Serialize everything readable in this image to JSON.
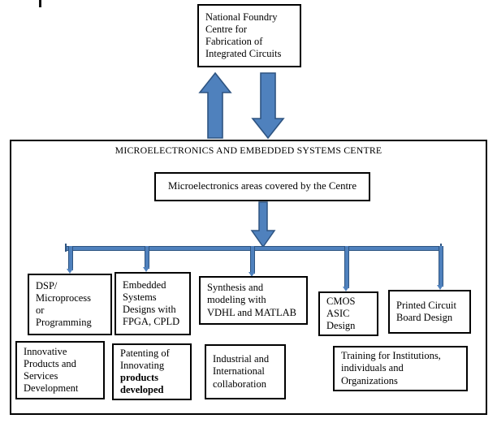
{
  "diagram": {
    "top_node": {
      "label": "National Foundry Centre for Fabrication of Integrated Circuits"
    },
    "centre": {
      "title": "MICROELECTRONICS  AND  EMBEDDED  SYSTEMS  CENTRE",
      "areas_label": "Microelectronics areas covered by the Centre"
    },
    "area_boxes": [
      {
        "id": "dsp",
        "label": "DSP/\nMicroprocess\nor\nProgramming"
      },
      {
        "id": "embedded",
        "label": "Embedded\nSystems\nDesigns with\nFPGA, CPLD"
      },
      {
        "id": "synth",
        "label": "Synthesis and\nmodeling with\nVDHL and MATLAB"
      },
      {
        "id": "cmos",
        "label": "CMOS\nASIC\nDesign"
      },
      {
        "id": "pcb",
        "label": "Printed Circuit\nBoard Design"
      }
    ],
    "outcome_boxes": [
      {
        "id": "innovative",
        "label": "Innovative\nProducts and\nServices\nDevelopment"
      },
      {
        "id": "patenting",
        "label_normal": "Patenting of\nInnovating",
        "label_bold": "products\ndeveloped"
      },
      {
        "id": "industrial",
        "label": "Industrial and\nInternational\ncollaboration"
      },
      {
        "id": "training",
        "label": "Training for Institutions,\nindividuals and\nOrganizations"
      }
    ],
    "arrows": {
      "up_arrow_name": "up-block-arrow",
      "down_arrow_name": "down-block-arrow",
      "feed_arrow_name": "centre-feed-arrow"
    },
    "colors": {
      "arrow_fill": "#4f81bd",
      "arrow_stroke": "#2e5481",
      "box_border": "#000000",
      "background": "#ffffff"
    }
  }
}
